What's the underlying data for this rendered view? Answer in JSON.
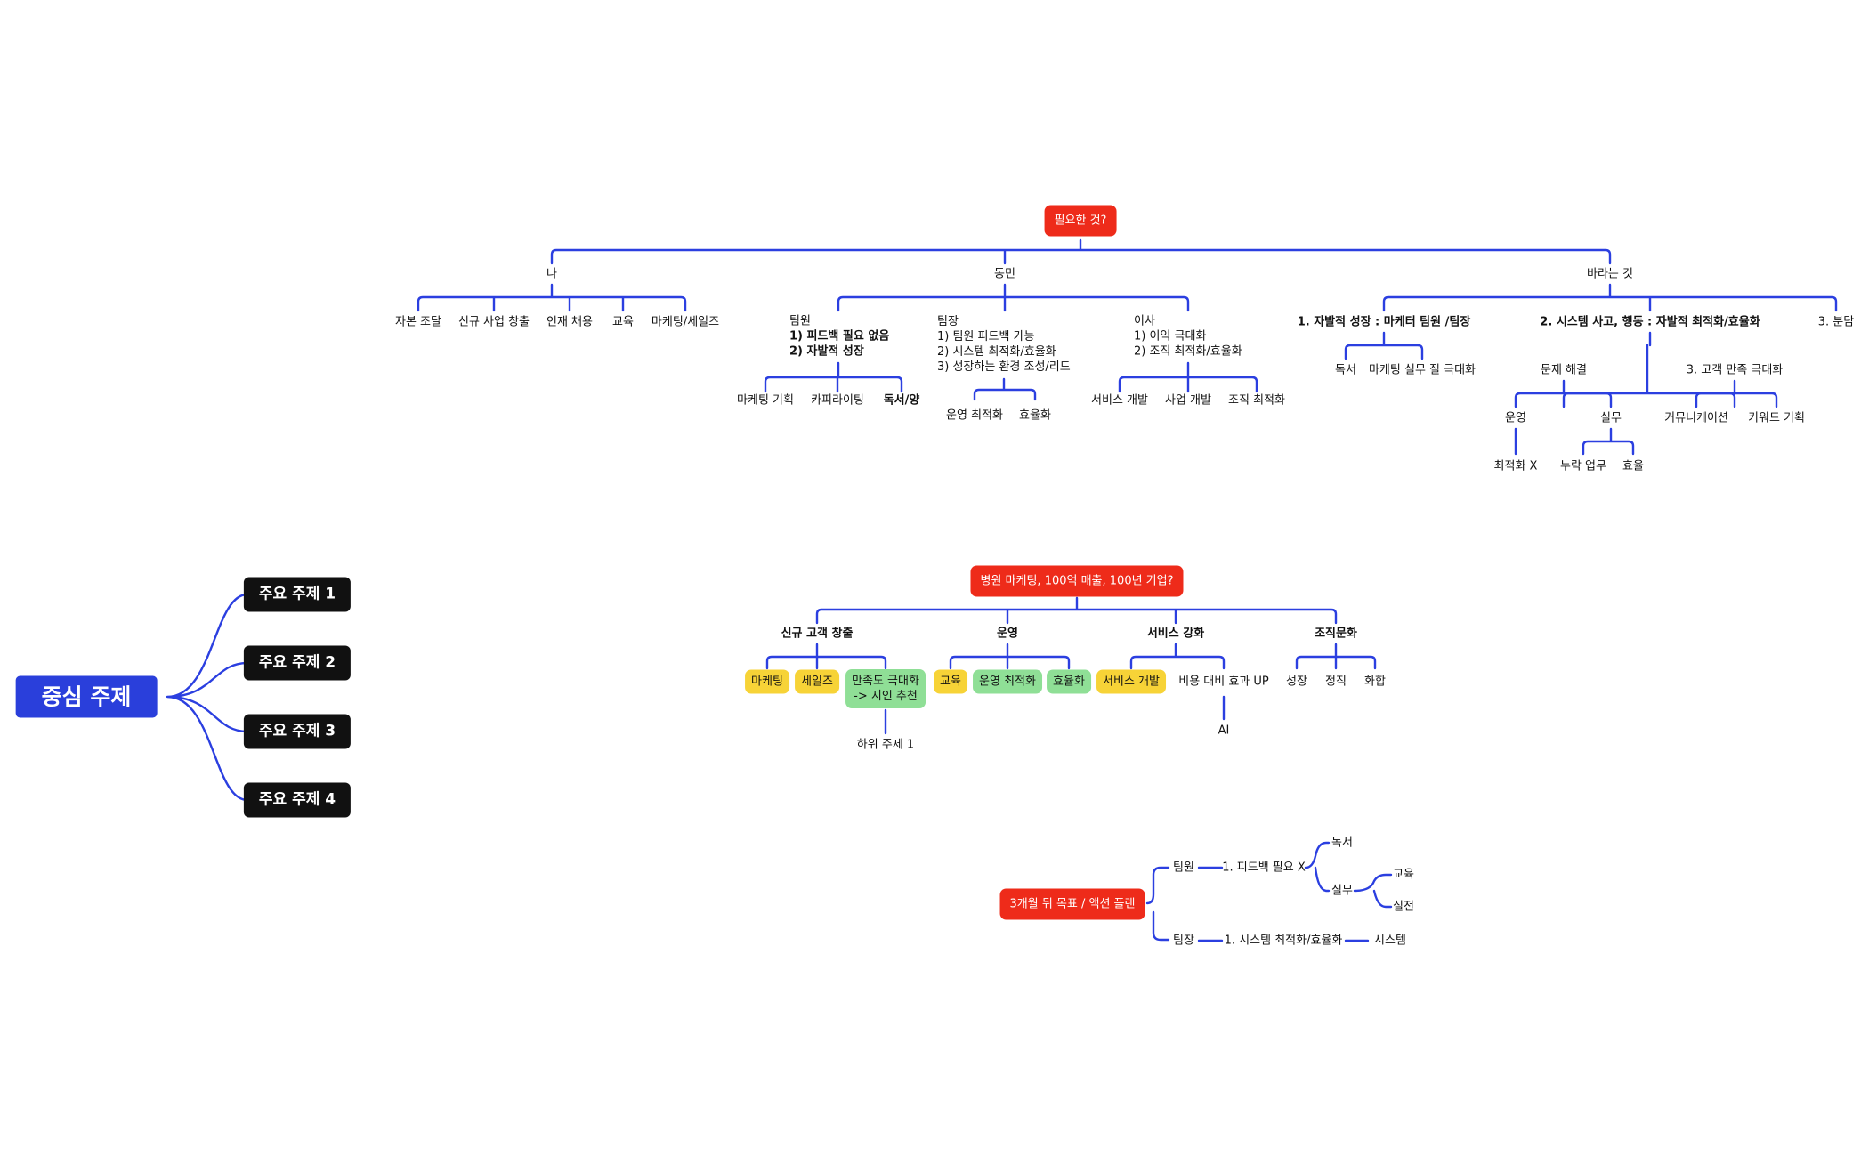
{
  "colors": {
    "line": "#2b3fe0",
    "root": "#ee2b1a",
    "highlight_yellow": "#f7d337",
    "highlight_green": "#8fdf96",
    "central": "#2a3fdb",
    "main_topic": "#111111"
  },
  "tree1": {
    "root": "필요한 것?",
    "me": {
      "label": "나",
      "children": [
        "자본 조달",
        "신규 사업 창출",
        "인재 채용",
        "교육",
        "마케팅/세일즈"
      ]
    },
    "dongmin": {
      "label": "동민",
      "teammember": {
        "line1": "팀원",
        "line2": "1) 피드백 필요 없음",
        "line3": "2) 자발적 성장",
        "children": [
          "마케팅 기획",
          "카피라이팅",
          "독서/양"
        ]
      },
      "teamlead": {
        "line1": "팀장",
        "line2": "1) 팀원 피드백 가능",
        "line3": "2) 시스템 최적화/효율화",
        "line4": "3) 성장하는 환경 조성/리드",
        "children": [
          "운영 최적화",
          "효율화"
        ]
      },
      "director": {
        "line1": "이사",
        "line2": "1) 이익 극대화",
        "line3": "2) 조직 최적화/효율화",
        "children": [
          "서비스 개발",
          "사업 개발",
          "조직 최적화"
        ]
      }
    },
    "wish": {
      "label": "바라는 것",
      "w1": {
        "label": "1. 자발적 성장 : 마케터 팀원 /팀장",
        "children": [
          "독서",
          "마케팅 실무 질 극대화"
        ]
      },
      "w2": {
        "label": "2. 시스템 사고, 행동 : 자발적 최적화/효율화",
        "problem": {
          "label": "문제 해결",
          "ops": {
            "label": "운영",
            "child": "최적화 X"
          },
          "work": {
            "label": "실무",
            "children": [
              "누락 업무",
              "효율"
            ]
          }
        },
        "cs": {
          "label": "3. 고객 만족 극대화",
          "children": [
            "커뮤니케이션",
            "키워드 기획"
          ]
        }
      },
      "w3": "3. 분담"
    }
  },
  "central": {
    "label": "중심 주제",
    "topics": [
      "주요 주제 1",
      "주요 주제 2",
      "주요 주제 3",
      "주요 주제 4"
    ]
  },
  "tree2": {
    "root": "병원 마케팅, 100억 매출, 100년 기업?",
    "newcust": {
      "label": "신규 고객 창출",
      "children": [
        "마케팅",
        "세일즈"
      ],
      "sat_line1": "만족도 극대화",
      "sat_line2": "-> 지인 추천",
      "sub": "하위 주제 1"
    },
    "ops": {
      "label": "운영",
      "children": [
        "교육",
        "운영 최적화",
        "효율화"
      ]
    },
    "service": {
      "label": "서비스 강화",
      "children": [
        "서비스 개발",
        "비용 대비 효과 UP"
      ],
      "ai": "AI"
    },
    "culture": {
      "label": "조직문화",
      "children": [
        "성장",
        "정직",
        "화합"
      ]
    }
  },
  "tree3": {
    "root": "3개월 뒤 목표 / 액션 플랜",
    "member": {
      "label": "팀원",
      "feedback": "1. 피드백 필요 X",
      "reading": "독서",
      "work": "실무",
      "edu": "교육",
      "practice": "실전"
    },
    "lead": {
      "label": "팀장",
      "system_opt": "1. 시스템 최적화/효율화",
      "system": "시스템"
    }
  }
}
